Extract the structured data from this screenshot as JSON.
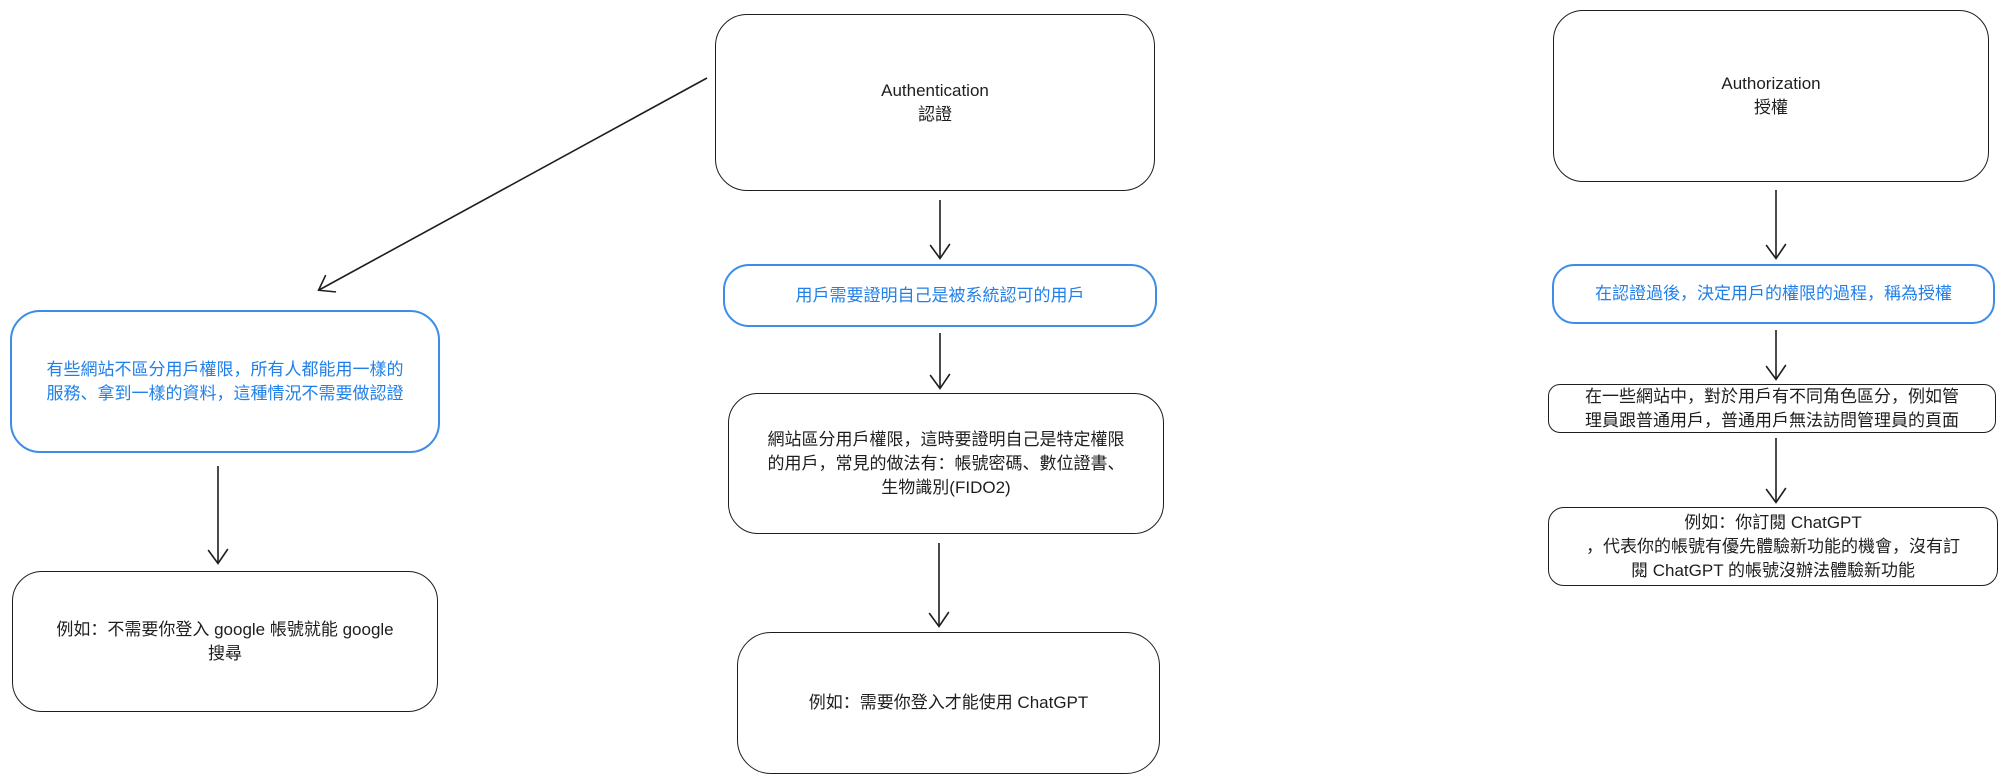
{
  "diagram": {
    "colors": {
      "stroke_black": "#1e1e1e",
      "accent_blue": "#2180e8",
      "background": "#ffffff"
    },
    "nodes": {
      "authentication_title": {
        "text": "Authentication\n認證"
      },
      "authentication_definition": {
        "text": "用戶需要證明自己是被系統認可的用戶"
      },
      "authentication_methods": {
        "text": "網站區分用戶權限，這時要證明自己是特定權限\n的用戶，常見的做法有：帳號密碼、數位證書、\n生物識別(FIDO2)"
      },
      "authentication_example": {
        "text": "例如：需要你登入才能使用 ChatGPT"
      },
      "no_auth_case": {
        "text": "有些網站不區分用戶權限，所有人都能用一樣的\n服務、拿到一樣的資料，這種情況不需要做認證"
      },
      "no_auth_example": {
        "text": "例如：不需要你登入 google 帳號就能 google\n搜尋"
      },
      "authorization_title": {
        "text": "Authorization\n授權"
      },
      "authorization_definition": {
        "text": "在認證過後，決定用戶的權限的過程，稱為授權"
      },
      "authorization_roles": {
        "text": "在一些網站中，對於用戶有不同角色區分，例如管\n理員跟普通用戶，普通用戶無法訪問管理員的頁面"
      },
      "authorization_example": {
        "text": "例如：你訂閱 ChatGPT\n，代表你的帳號有優先體驗新功能的機會，沒有訂\n閱 ChatGPT 的帳號沒辦法體驗新功能"
      }
    }
  }
}
